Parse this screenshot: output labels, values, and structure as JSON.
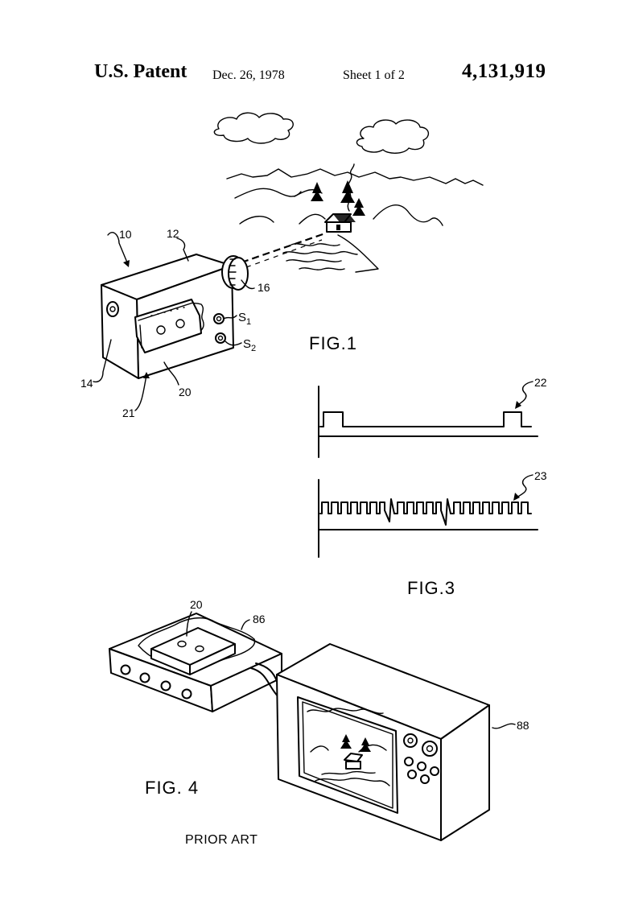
{
  "header": {
    "title": "U.S. Patent",
    "date": "Dec. 26, 1978",
    "sheet": "Sheet 1 of 2",
    "patent_number": "4,131,919"
  },
  "figures": {
    "fig1": {
      "caption": "FIG.1",
      "refs": {
        "r10": "10",
        "r12": "12",
        "r14": "14",
        "r16": "16",
        "r20": "20",
        "r21": "21",
        "s1": "S",
        "s1_sub": "1",
        "s2": "S",
        "s2_sub": "2"
      }
    },
    "fig3": {
      "caption": "FIG.3",
      "refs": {
        "r22": "22",
        "r23": "23"
      }
    },
    "fig4": {
      "caption": "FIG. 4",
      "note": "PRIOR ART",
      "refs": {
        "r20": "20",
        "r86": "86",
        "r88": "88"
      }
    }
  }
}
